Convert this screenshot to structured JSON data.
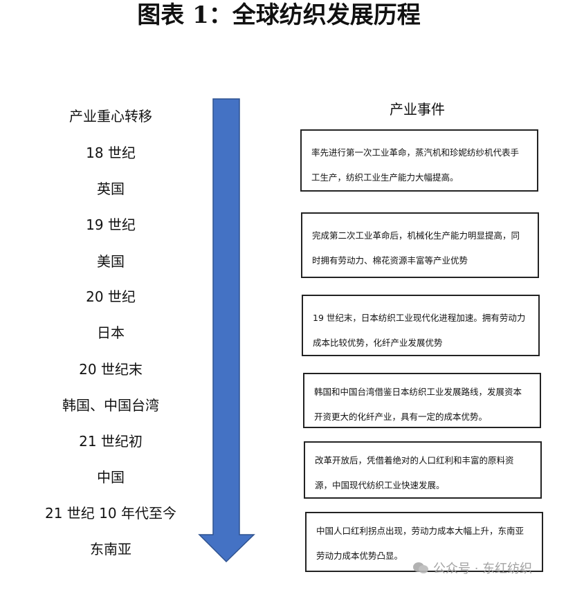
{
  "title": "图表 1：全球纺织发展历程",
  "left_column": {
    "header": "产业重心转移",
    "items": [
      "18 世纪",
      "英国",
      "19 世纪",
      "美国",
      "20 世纪",
      "日本",
      "20 世纪末",
      "韩国、中国台湾",
      "21 世纪初",
      "中国",
      "21 世纪 10 年代至今",
      "东南亚"
    ]
  },
  "right_column": {
    "header": "产业事件",
    "events": [
      "率先进行第一次工业革命，蒸汽机和珍妮纺纱机代表手工生产，纺织工业生产能力大幅提高。",
      "完成第二次工业革命后，机械化生产能力明显提高，同时拥有劳动力、棉花资源丰富等产业优势",
      "19 世纪末，日本纺织工业现代化进程加速。拥有劳动力成本比较优势，化纤产业发展优势",
      "韩国和中国台湾借鉴日本纺织工业发展路线，发展资本开资更大的化纤产业，具有一定的成本优势。",
      "改革开放后，凭借着绝对的人口红利和丰富的原料资源，中国现代纺织工业快速发展。",
      "中国人口红利拐点出现，劳动力成本大幅上升，东南亚劳动力成本优势凸显。"
    ]
  },
  "arrow_color": "#4472C4",
  "watermark": "公众号 · 东红纺织"
}
